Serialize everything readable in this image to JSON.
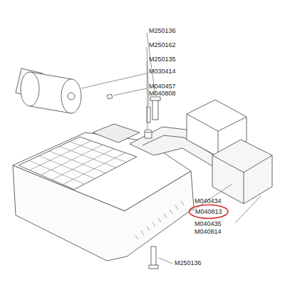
{
  "diagram": {
    "nodes": [
      {
        "text": [
          "M040813"
        ]
      }
    ],
    "labels": [
      "M250136",
      "M250162",
      "M250135",
      "M030414",
      "M040457",
      "M040808",
      "M040434",
      "M040435",
      "M040814",
      "M250136"
    ]
  }
}
